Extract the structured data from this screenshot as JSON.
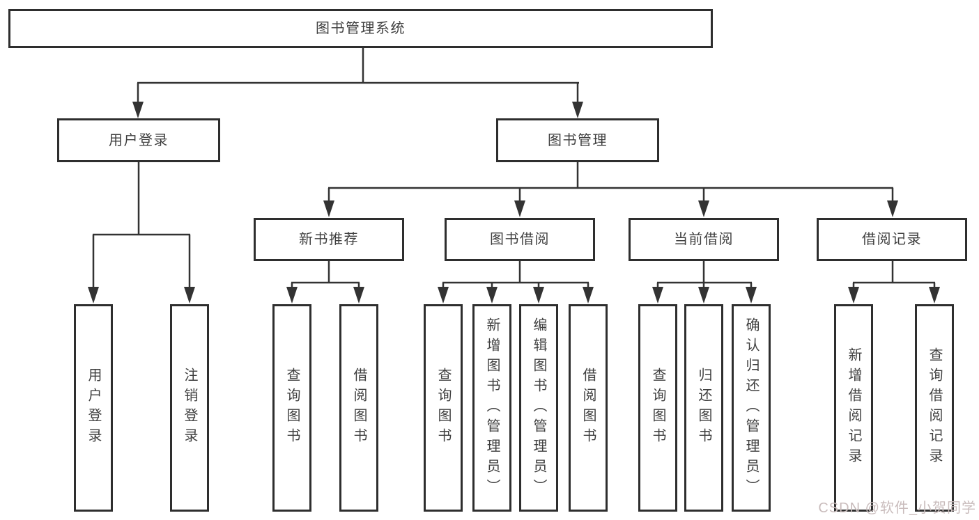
{
  "diagram": {
    "root": "图书管理系统",
    "branches": [
      {
        "label": "用户登录",
        "children": [
          "用户登录",
          "注销登录"
        ]
      },
      {
        "label": "图书管理",
        "children": [
          {
            "label": "新书推荐",
            "children": [
              "查询图书",
              "借阅图书"
            ]
          },
          {
            "label": "图书借阅",
            "children": [
              "查询图书",
              "新增图书（管理员）",
              "编辑图书（管理员）",
              "借阅图书"
            ]
          },
          {
            "label": "当前借阅",
            "children": [
              "查询图书",
              "归还图书",
              "确认归还（管理员）"
            ]
          },
          {
            "label": "借阅记录",
            "children": [
              "新增借阅记录",
              "查询借阅记录"
            ]
          }
        ]
      }
    ]
  },
  "watermark": {
    "text": "CSDN @软件_小贺同学"
  },
  "colors": {
    "line": "#333333",
    "border": "#2e2e2e",
    "text": "#3f3f3f",
    "watermark": "#c9bcbc",
    "background": "#ffffff"
  }
}
